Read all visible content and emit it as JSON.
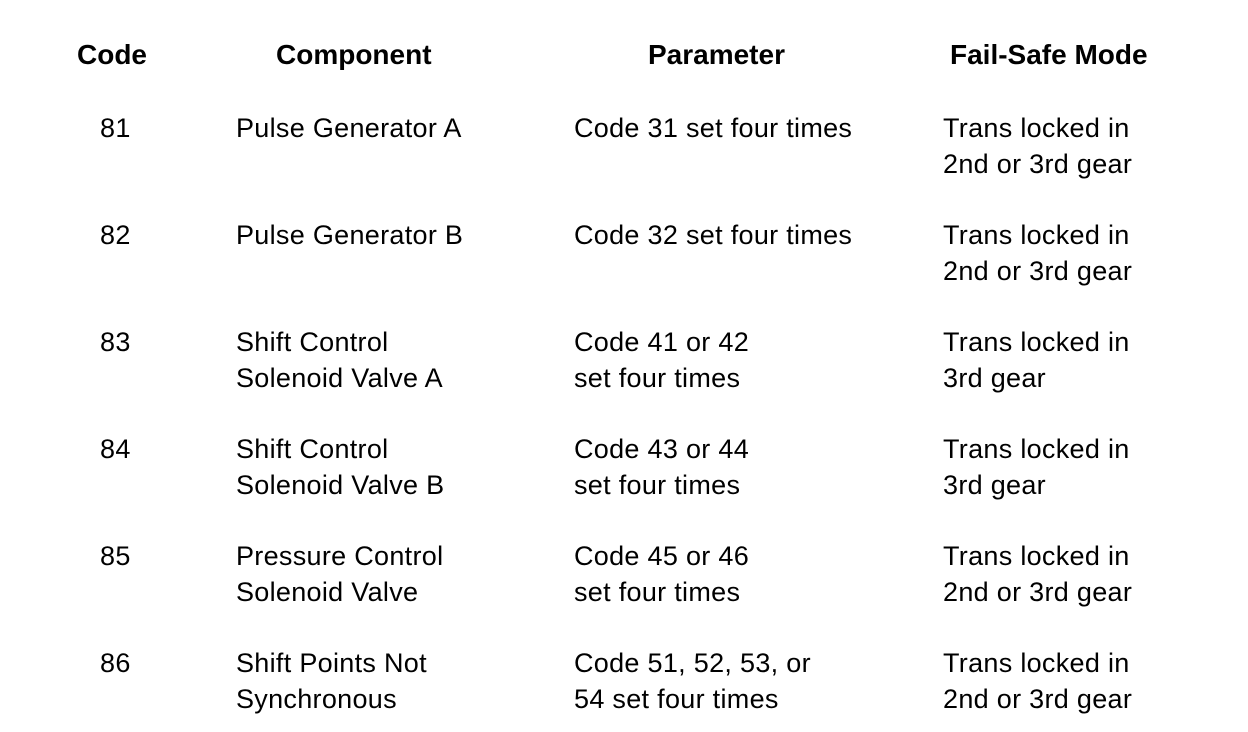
{
  "table": {
    "headers": {
      "code": "Code",
      "component": "Component",
      "parameter": "Parameter",
      "failsafe": "Fail-Safe Mode"
    },
    "rows": [
      {
        "code": "81",
        "component": [
          "Pulse Generator A"
        ],
        "parameter": [
          "Code 31 set four times"
        ],
        "failsafe": [
          "Trans locked in",
          "2nd or 3rd gear"
        ]
      },
      {
        "code": "82",
        "component": [
          "Pulse Generator B"
        ],
        "parameter": [
          "Code 32 set four times"
        ],
        "failsafe": [
          "Trans locked in",
          "2nd or 3rd gear"
        ]
      },
      {
        "code": "83",
        "component": [
          "Shift Control",
          "Solenoid Valve A"
        ],
        "parameter": [
          "Code 41 or 42",
          "set four times"
        ],
        "failsafe": [
          "Trans locked in",
          "3rd gear"
        ]
      },
      {
        "code": "84",
        "component": [
          "Shift Control",
          "Solenoid Valve B"
        ],
        "parameter": [
          "Code 43 or 44",
          "set four times"
        ],
        "failsafe": [
          "Trans locked in",
          "3rd gear"
        ]
      },
      {
        "code": "85",
        "component": [
          "Pressure Control",
          "Solenoid Valve"
        ],
        "parameter": [
          "Code 45 or 46",
          "set four times"
        ],
        "failsafe": [
          "Trans locked in",
          "2nd or 3rd gear"
        ]
      },
      {
        "code": "86",
        "component": [
          "Shift Points Not",
          "Synchronous"
        ],
        "parameter": [
          "Code 51, 52, 53, or",
          "54 set four times"
        ],
        "failsafe": [
          "Trans locked in",
          "2nd or 3rd gear"
        ]
      }
    ]
  }
}
